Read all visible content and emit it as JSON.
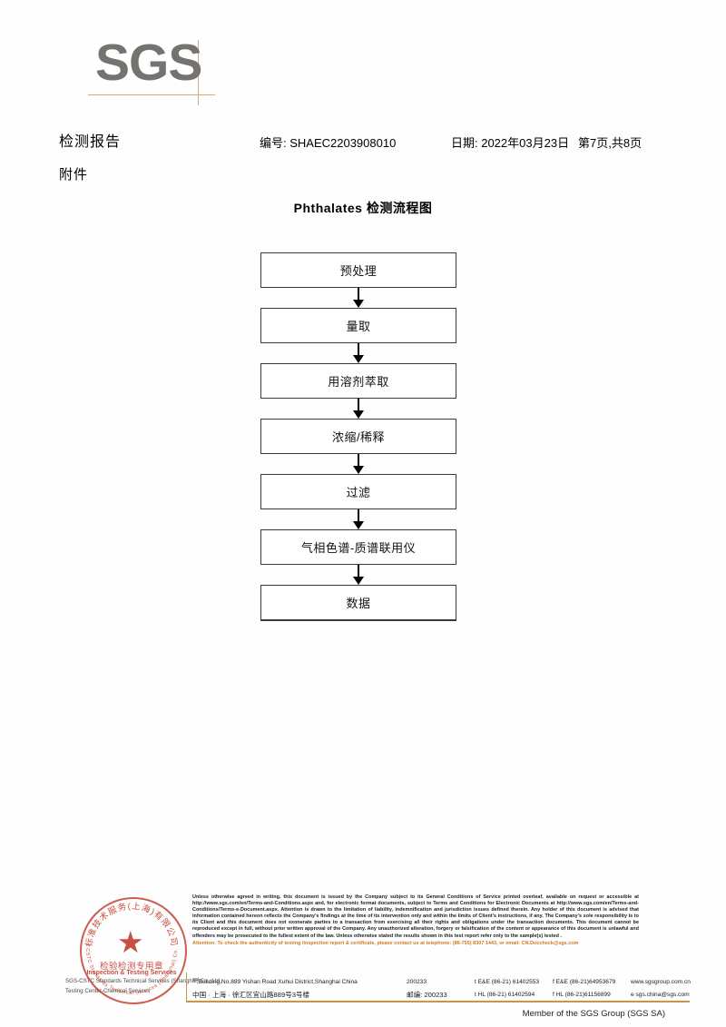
{
  "logo": {
    "text": "SGS",
    "line_color": "#d4ad7f",
    "text_color": "#75736f"
  },
  "header": {
    "title": "检测报告",
    "subtitle": "附件",
    "report_no": "编号: SHAEC2203908010",
    "date": "日期: 2022年03月23日",
    "page": "第7页,共8页"
  },
  "flow": {
    "title": "Phthalates 检测流程图",
    "steps": [
      {
        "label": "预处理"
      },
      {
        "label": "量取"
      },
      {
        "label": "用溶剂萃取"
      },
      {
        "label": "浓缩/稀释"
      },
      {
        "label": "过滤"
      },
      {
        "label": "气相色谱-质谱联用仪"
      },
      {
        "label": "数据"
      }
    ]
  },
  "stamp": {
    "arc_top": "标准技术服务(上海)有限公司",
    "arc_bottom": "SGS-CSTC Standards Technical Services (Shanghai) Co., Ltd.",
    "center_cn": "检验检测专用章",
    "center_en": "Inspection & Testing Services",
    "star": "★",
    "color": "#c0392b"
  },
  "footer": {
    "legal": "Unless otherwise agreed in writing, this document is issued by the Company subject to its General Conditions of Service printed overleaf, available on request or accessible at http://www.sgs.com/en/Terms-and-Conditions.aspx and, for electronic format documents, subject to Terms and Conditions for Electronic Documents at http://www.sgs.com/en/Terms-and-Conditions/Terms-e-Document.aspx. Attention is drawn to the limitation of liability, indemnification and jurisdiction issues defined therein. Any holder of this document is advised that information contained hereon reflects the Company's findings at the time of its intervention only and within the limits of Client's instructions, if any. The Company's sole responsibility is to its Client and this document does not exonerate parties to a transaction from exercising all their rights and obligations under the transaction documents. This document cannot be reproduced except in full, without prior written approval of the Company. Any unauthorized alteration, forgery or falsification of the content or appearance of this document is unlawful and offenders may be prosecuted to the fullest extent of the law. Unless otherwise stated the results shown in this test report refer only to the sample(s) tested .",
    "attention": "Attention: To check the authenticity of testing /inspection report & certificate, please contact us at telephone: (86-755) 8307 1443, or email: CN.Doccheck@sgs.com",
    "company_line1": "SGS-CSTC Standards Technical Services (Shanghai) Co., Ltd.",
    "company_line2": "Testing Center-Chemical Services",
    "address_en": "Building,No.889 Yishan Road Xuhui District,Shanghai China",
    "address_en_sup": "3rd",
    "address_cn": "中国 · 上海 · 徐汇区宜山路889号3号楼",
    "zip_en": "200233",
    "zip_cn": "邮编: 200233",
    "tel_en": "t E&E (86-21) 61402553",
    "fax_en": "f E&E (86-21)64953679",
    "web": "www.sgsgroup.com.cn",
    "tel_cn": "t HL (86-21) 61402594",
    "fax_cn": "f HL (86-21)61156899",
    "email": "e sgs.china@sgs.com",
    "member": "Member of the SGS Group (SGS SA)",
    "rule_color": "#c8964b"
  }
}
